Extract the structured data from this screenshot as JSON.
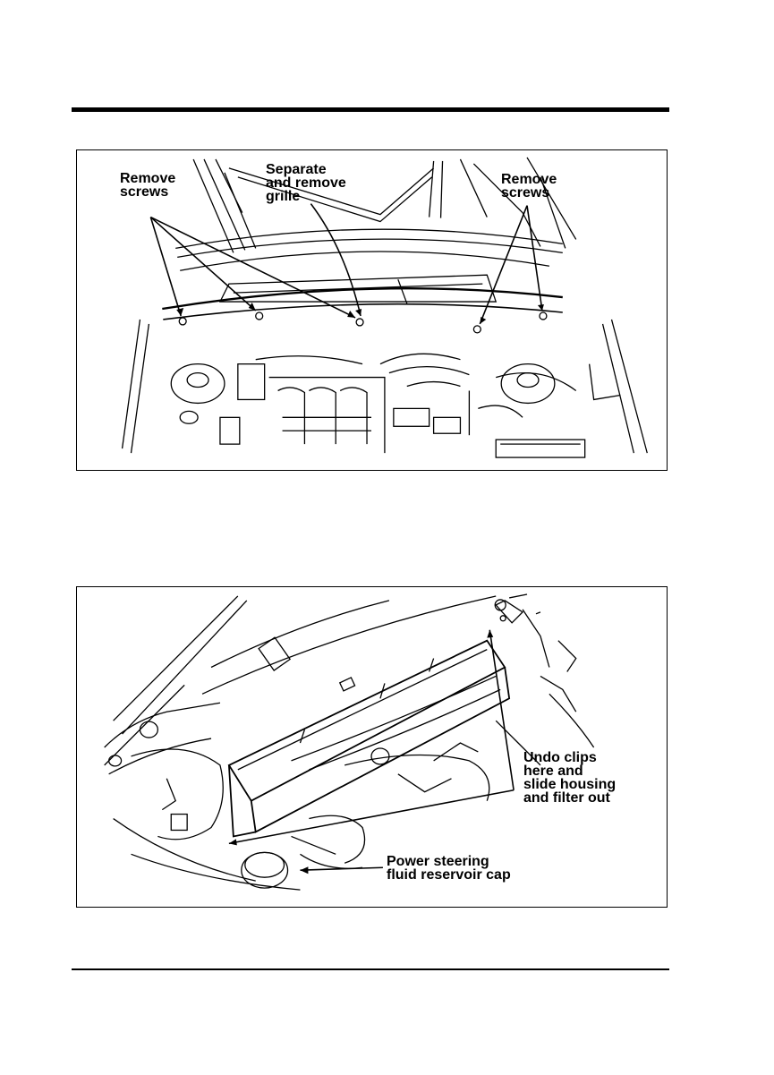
{
  "figure1": {
    "callouts": {
      "left_screws": {
        "line1": "Remove",
        "line2": "screws"
      },
      "grille": {
        "line1": "Separate",
        "line2": "and remove",
        "line3": "grille"
      },
      "right_screws": {
        "line1": "Remove",
        "line2": "screws"
      }
    }
  },
  "figure2": {
    "callouts": {
      "clips": {
        "line1": "Undo clips",
        "line2": "here and",
        "line3": "slide housing",
        "line4": "and filter out"
      },
      "reservoir": {
        "line1": "Power steering",
        "line2": "fluid reservoir cap"
      }
    }
  }
}
